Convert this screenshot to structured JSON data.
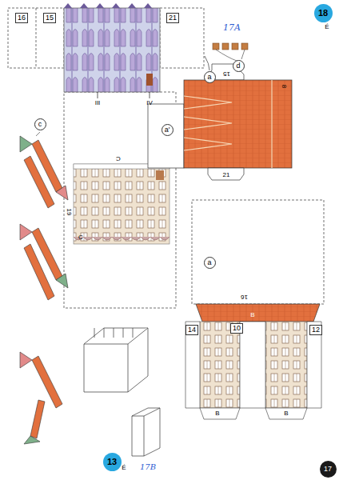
{
  "diagram": {
    "nodes": [
      {
        "text": [
          "16"
        ]
      },
      {
        "text": [
          "15"
        ]
      },
      {
        "text": [
          "21"
        ]
      },
      {
        "text": [
          "18"
        ]
      },
      {
        "text": [
          "a"
        ]
      },
      {
        "text": [
          "d"
        ]
      },
      {
        "text": [
          "c"
        ]
      },
      {
        "text": [
          "a'"
        ]
      },
      {
        "text": [
          "a"
        ]
      },
      {
        "text": [
          "14"
        ]
      },
      {
        "text": [
          "10"
        ]
      },
      {
        "text": [
          "12"
        ]
      },
      {
        "text": [
          "13"
        ]
      },
      {
        "text": [
          "17"
        ]
      }
    ],
    "labels": [
      "17A",
      "É",
      "III",
      "IV",
      "C",
      "C",
      "19",
      "15",
      "8",
      "21",
      "16",
      "B",
      "B",
      "B",
      "É",
      "17B"
    ]
  }
}
